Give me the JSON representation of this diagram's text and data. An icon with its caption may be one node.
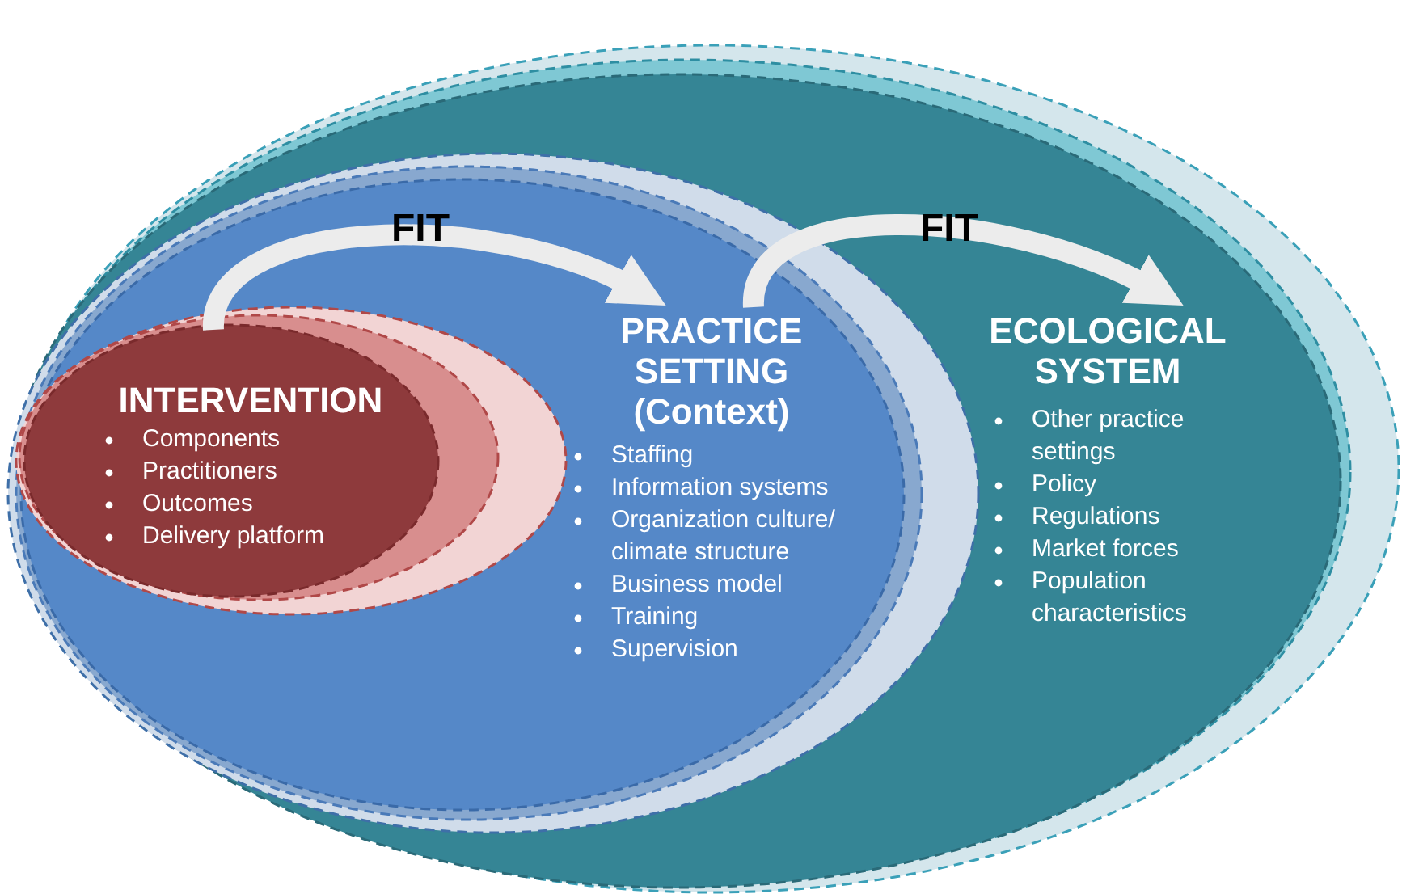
{
  "diagram": {
    "nodes": [
      {
        "text": [
          "ECOLOGICAL SYSTEM",
          "Other practice settings",
          "Policy",
          "Regulations",
          "Market forces",
          "Population characteristics"
        ]
      },
      {
        "text": [
          "PRACTICE SETTING (Context)",
          "Staffing",
          "Information systems",
          "Organization culture/ climate structure",
          "Business model",
          "Training",
          "Supervision"
        ],
        "in": 0
      },
      {
        "text": [
          "INTERVENTION",
          "Components",
          "Practitioners",
          "Outcomes",
          "Delivery platform"
        ],
        "in": 1
      }
    ],
    "edges": [
      {
        "from": 2,
        "to": 1,
        "arrow": "to",
        "label": "FIT"
      },
      {
        "from": 1,
        "to": 0,
        "arrow": "to",
        "label": "FIT"
      }
    ]
  }
}
